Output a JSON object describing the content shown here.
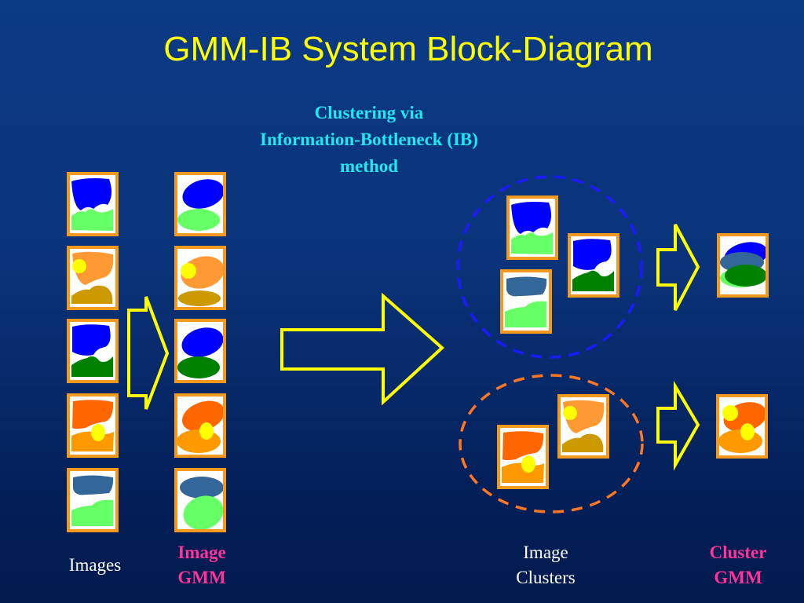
{
  "title": "GMM-IB System Block-Diagram",
  "subtitle": {
    "line1": "Clustering via",
    "line2": "Information-Bottleneck (IB)",
    "line3": "method"
  },
  "labels": {
    "images": "Images",
    "image_gmm_line1": "Image",
    "image_gmm_line2": "GMM",
    "image_clusters_line1": "Image",
    "image_clusters_line2": "Clusters",
    "cluster_gmm_line1": "Cluster",
    "cluster_gmm_line2": "GMM"
  },
  "colors": {
    "title": "#ffff00",
    "subtitle": "#22e6f0",
    "highlight_label": "#ff3399",
    "frame": "#f39a1e",
    "arrow": "#ffff00",
    "cluster1_circle": "#1a1aff",
    "cluster2_circle": "#ff7722"
  },
  "images": [
    {
      "name": "blue-sky-lightgreen-ground",
      "top": "#0000ff",
      "bottom": "#66ff66",
      "sun": null
    },
    {
      "name": "orange-sky-ochre-ground-sun",
      "top": "#ff9933",
      "bottom": "#cc9900",
      "sun": "#ffff00"
    },
    {
      "name": "blue-sky-darkgreen-ground",
      "top": "#0000ff",
      "bottom": "#008000",
      "sun": null
    },
    {
      "name": "red-orange-sky-orange-ground-sun",
      "top": "#ff6600",
      "bottom": "#ff9900",
      "sun": "#ffff00"
    },
    {
      "name": "steel-sky-lightgreen-ground",
      "top": "#336699",
      "bottom": "#66ff66",
      "sun": null
    }
  ],
  "clusters": [
    {
      "name": "cluster-blue-green",
      "members": [
        0,
        2,
        4
      ]
    },
    {
      "name": "cluster-orange",
      "members": [
        1,
        3
      ]
    }
  ]
}
